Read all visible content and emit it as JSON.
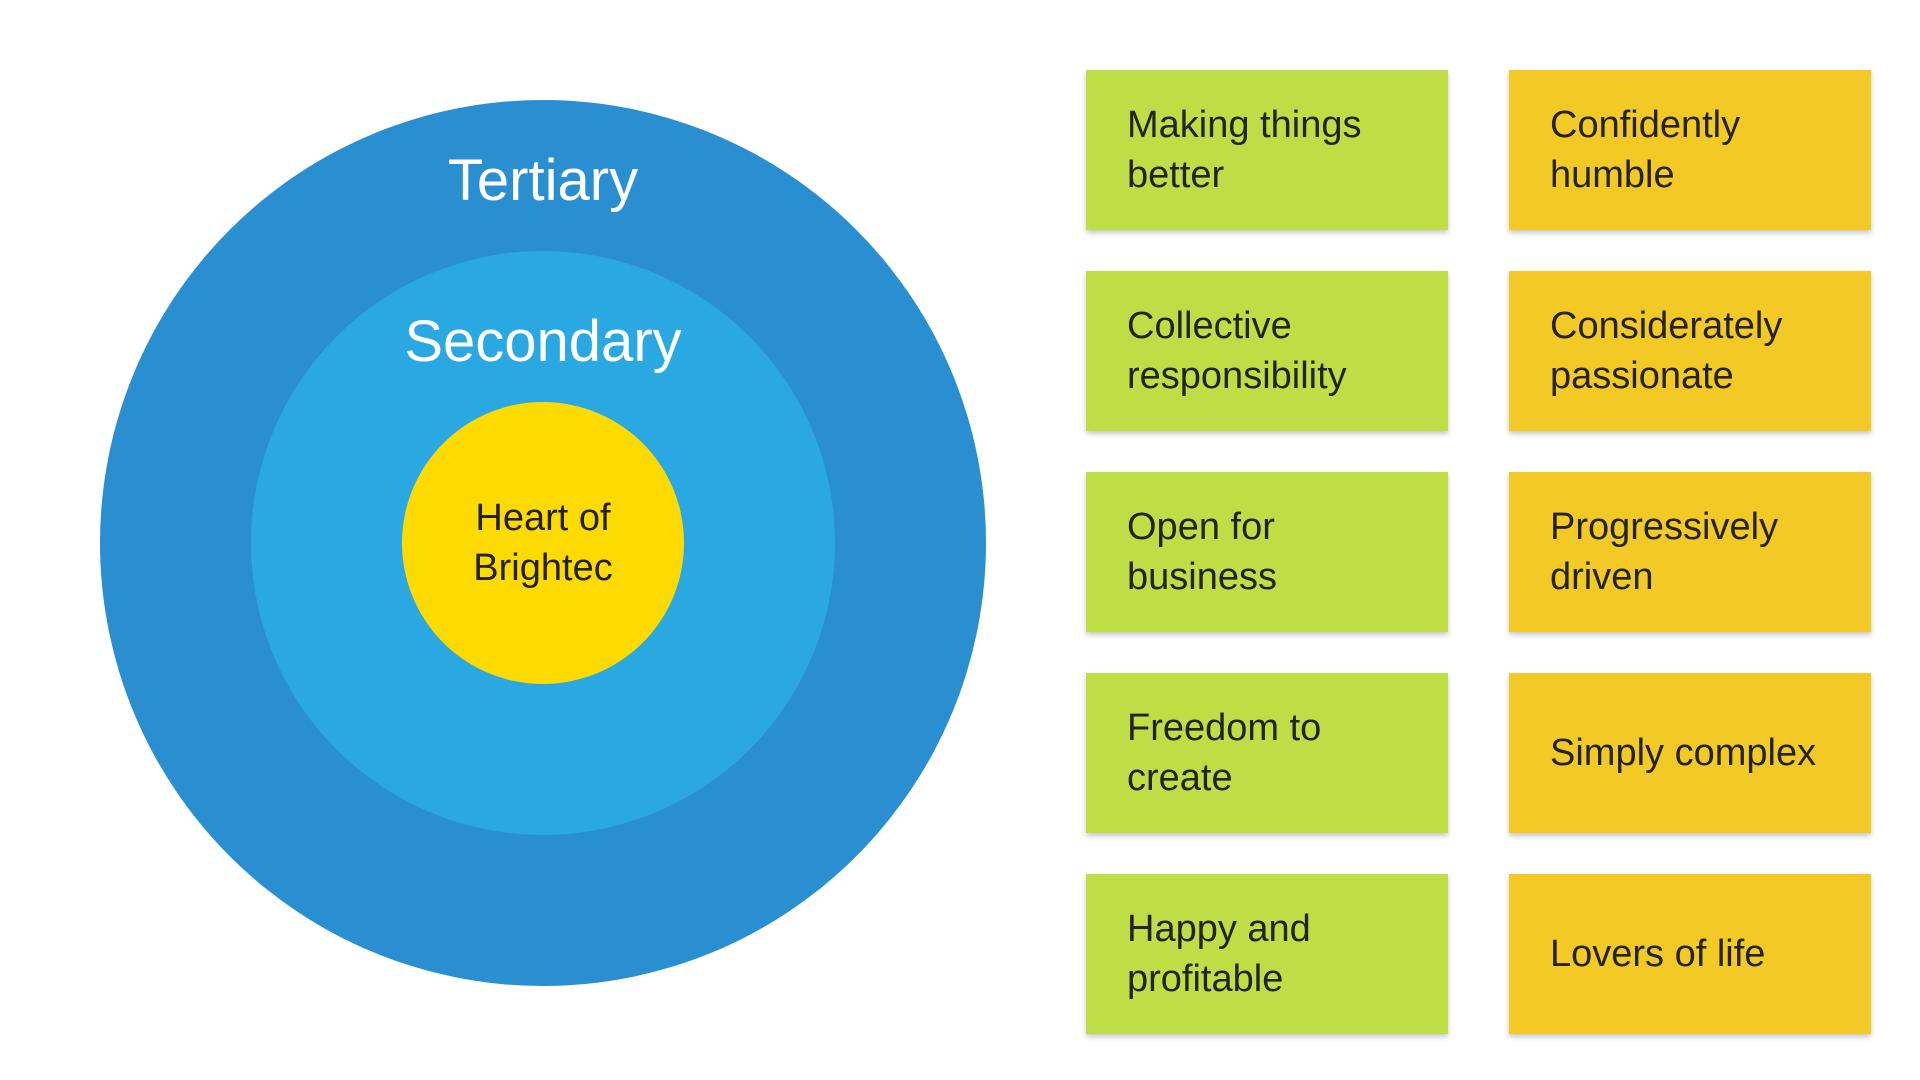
{
  "colors": {
    "tertiary_ring": "#2a8fd0",
    "secondary_ring": "#29a8e1",
    "core": "#fedb00",
    "green_note": "#c0dd46",
    "yellow_note": "#f2c925"
  },
  "circles": {
    "tertiary_label": "Tertiary",
    "secondary_label": "Secondary",
    "core_label": "Heart of Brightec"
  },
  "notes": {
    "green": [
      "Making things better",
      "Collective responsibility",
      "Open for business",
      "Freedom to create",
      "Happy and profitable"
    ],
    "yellow": [
      "Confidently humble",
      "Considerately passionate",
      "Progressively driven",
      "Simply complex",
      "Lovers of life"
    ]
  }
}
